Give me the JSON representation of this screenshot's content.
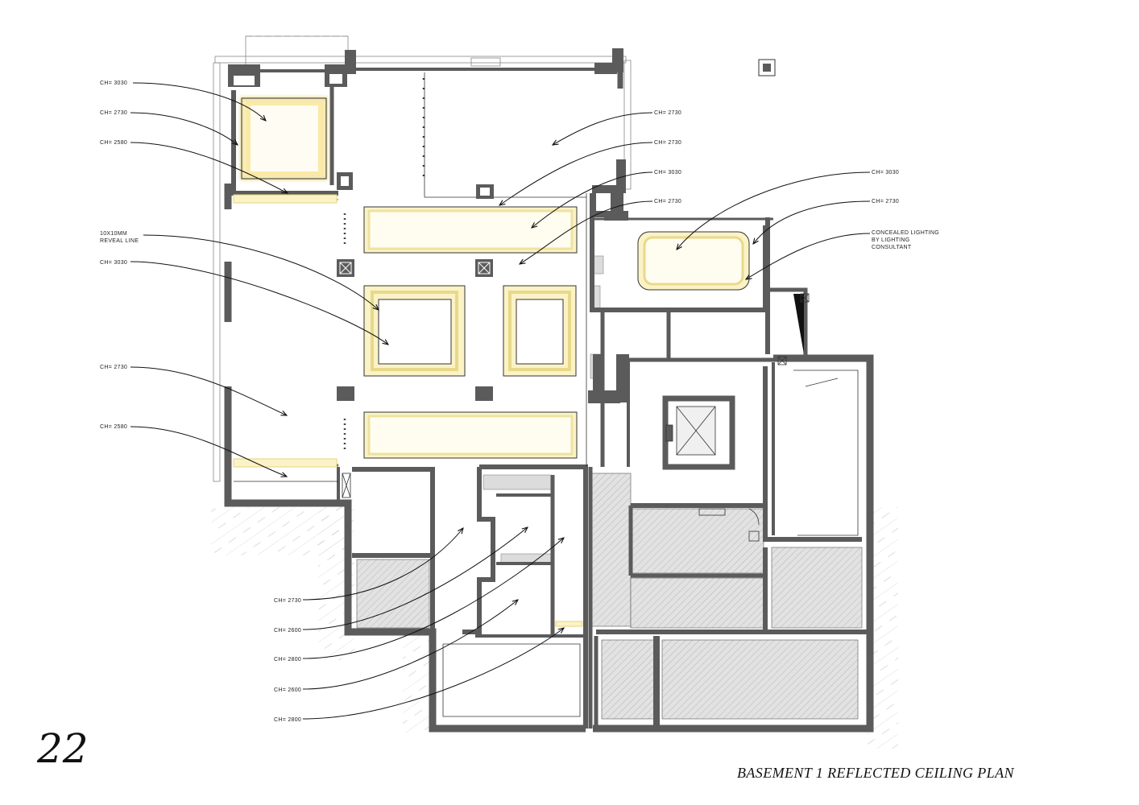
{
  "page_number": "22",
  "drawing_title": "BASEMENT 1 REFLECTED CEILING PLAN",
  "colors": {
    "wall": "#5b5b5b",
    "cove_glow": "#fbf3c6",
    "cove_edge": "#e9d98a",
    "hatch_fill": "#e4e4e4"
  },
  "labels_left": [
    {
      "text": "CH= 3030"
    },
    {
      "text": "CH= 2730"
    },
    {
      "text": "CH= 2580"
    },
    {
      "text": "10X10MM",
      "text2": "REVEAL LINE"
    },
    {
      "text": "CH= 3030"
    },
    {
      "text": "CH= 2730"
    },
    {
      "text": "CH= 2580"
    }
  ],
  "labels_right": [
    {
      "text": "CH= 2730"
    },
    {
      "text": "CH= 2730"
    },
    {
      "text": "CH= 3030"
    },
    {
      "text": "CH= 2730"
    },
    {
      "text": "CH= 3030"
    },
    {
      "text": "CH= 2730"
    },
    {
      "text": "CONCEALED LIGHTING",
      "text2": "BY LIGHTING",
      "text3": "CONSULTANT"
    }
  ],
  "labels_bottom": [
    {
      "text": "CH= 2730"
    },
    {
      "text": "CH= 2600"
    },
    {
      "text": "CH= 2800"
    },
    {
      "text": "CH= 2600"
    },
    {
      "text": "CH= 2800"
    }
  ]
}
